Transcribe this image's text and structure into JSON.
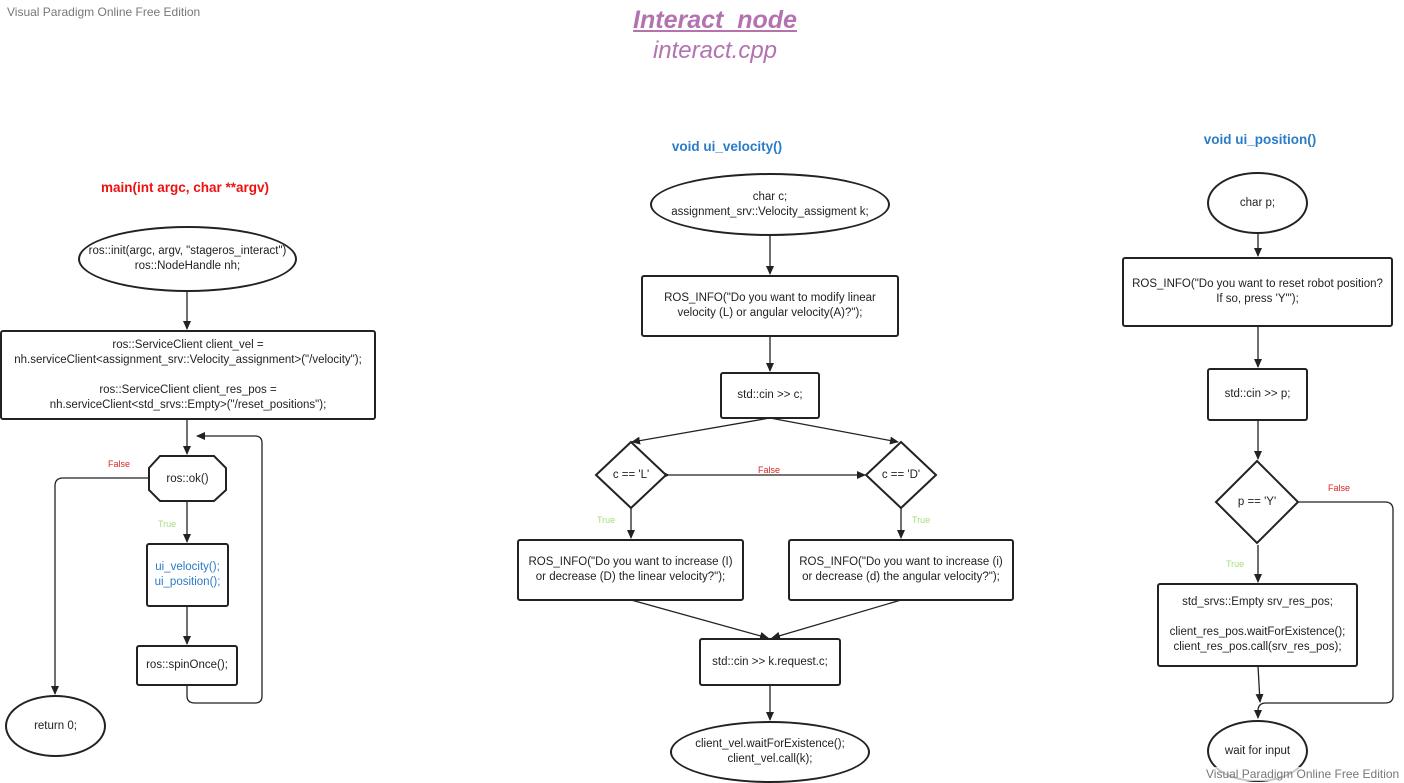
{
  "watermark": "Visual Paradigm Online Free Edition",
  "header": {
    "title": "Interact_node",
    "subtitle": "interact.cpp"
  },
  "main_fn": {
    "label": "main(int argc, char **argv)",
    "start": [
      "ros::init(argc, argv, \"stageros_interact\")",
      "ros::NodeHandle nh;"
    ],
    "clients": [
      "ros::ServiceClient client_vel =",
      "nh.serviceClient<assignment_srv::Velocity_assignment>(\"/velocity\");",
      "",
      "ros::ServiceClient client_res_pos =",
      "nh.serviceClient<std_srvs::Empty>(\"/reset_positions\");"
    ],
    "loop_check": "ros::ok()",
    "calls": [
      "ui_velocity();",
      "ui_position();"
    ],
    "spin": "ros::spinOnce();",
    "end": "return 0;",
    "false_label": "False",
    "true_label": "True"
  },
  "ui_velocity": {
    "label": "void ui_velocity()",
    "start": [
      "char c;",
      "assignment_srv::Velocity_assigment k;"
    ],
    "prompt": [
      "ROS_INFO(\"Do you want to modify linear",
      "velocity (L) or angular velocity(A)?\");"
    ],
    "read": "std::cin >> c;",
    "cond_l": "c == 'L'",
    "cond_d": "c == 'D'",
    "false_label": "False",
    "true_left": "True",
    "true_right": "True",
    "linear_prompt": [
      "ROS_INFO(\"Do you want to increase (I)",
      "or decrease (D) the linear velocity?\");"
    ],
    "angular_prompt": [
      "ROS_INFO(\"Do you want to increase (i)",
      "or decrease (d) the angular velocity?\");"
    ],
    "read_request": "std::cin >> k.request.c;",
    "end": [
      "client_vel.waitForExistence();",
      "client_vel.call(k);"
    ]
  },
  "ui_position": {
    "label": "void ui_position()",
    "start": "char p;",
    "prompt": [
      "ROS_INFO(\"Do you want to reset robot position?",
      "If so, press 'Y'\");"
    ],
    "read": "std::cin >> p;",
    "cond": "p == 'Y'",
    "false_label": "False",
    "true_label": "True",
    "action": [
      "std_srvs::Empty srv_res_pos;",
      "",
      "client_res_pos.waitForExistence();",
      "client_res_pos.call(srv_res_pos);"
    ],
    "end": "wait for input"
  }
}
